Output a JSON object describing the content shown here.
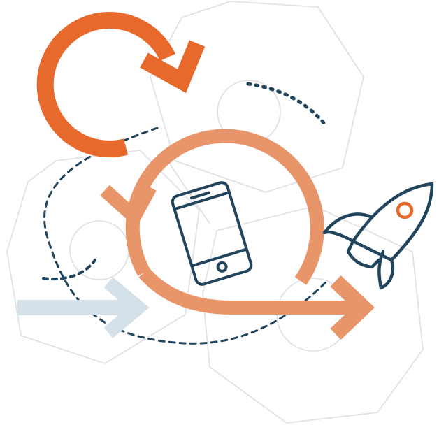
{
  "illustration": {
    "colors": {
      "accent_dark_orange": "#e8692c",
      "accent_light_orange": "#e9956a",
      "navy": "#22455e",
      "light_blue": "#d5e1e8",
      "hexagon_outline": "#dfe2e6",
      "background": "#ffffff"
    },
    "elements": [
      "hexagon-outline-shapes",
      "dark-orange-refresh-arrow",
      "light-orange-loop-arrow",
      "dotted-path",
      "dashed-path",
      "light-blue-arrow",
      "smartphone-icon",
      "rocket-icon"
    ]
  }
}
